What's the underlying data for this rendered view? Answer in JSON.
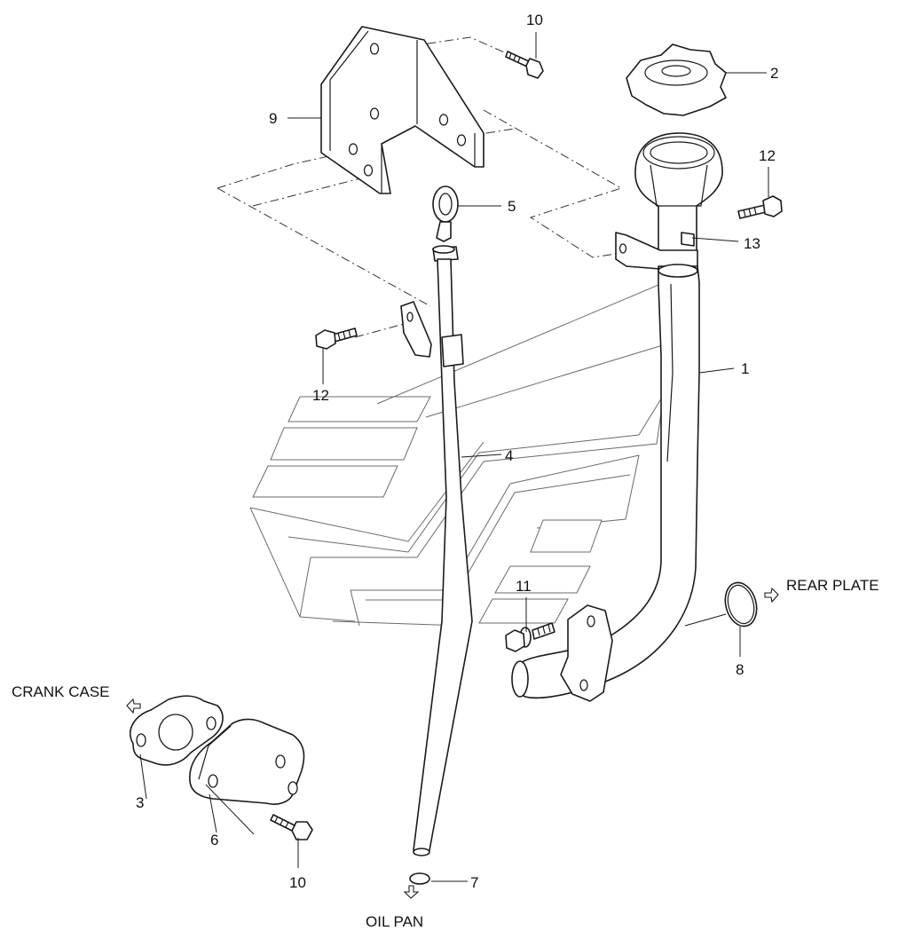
{
  "callouts": {
    "c1": "1",
    "c2": "2",
    "c3": "3",
    "c4": "4",
    "c5": "5",
    "c6": "6",
    "c7": "7",
    "c8": "8",
    "c9": "9",
    "c10_top": "10",
    "c10_bottom": "10",
    "c11": "11",
    "c12_right": "12",
    "c12_left": "12",
    "c13": "13"
  },
  "labels": {
    "crank_case": "CRANK CASE",
    "rear_plate": "REAR PLATE",
    "oil_pan": "OIL PAN"
  }
}
